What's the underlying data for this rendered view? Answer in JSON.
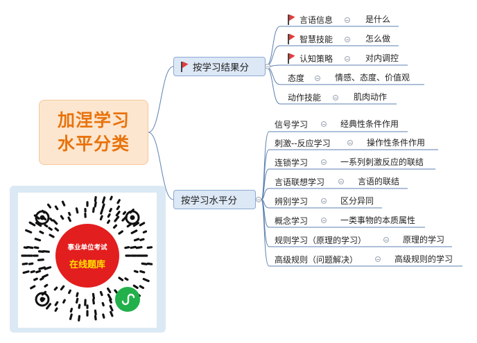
{
  "root": {
    "line1": "加涅学习",
    "line2": "水平分类"
  },
  "branches": [
    {
      "label": "按学习结果分",
      "flagged": true,
      "children": [
        {
          "label": "言语信息",
          "flagged": true,
          "detail": "是什么"
        },
        {
          "label": "智慧技能",
          "flagged": true,
          "detail": "怎么做"
        },
        {
          "label": "认知策略",
          "flagged": true,
          "detail": "对内调控"
        },
        {
          "label": "态度",
          "flagged": false,
          "detail": "情感、态度、价值观"
        },
        {
          "label": "动作技能",
          "flagged": false,
          "detail": "肌肉动作"
        }
      ]
    },
    {
      "label": "按学习水平分",
      "flagged": false,
      "children": [
        {
          "label": "信号学习",
          "detail": "经典性条件作用"
        },
        {
          "label": "刺激--反应学习",
          "detail": "操作性条件作用"
        },
        {
          "label": "连锁学习",
          "detail": "一系列刺激反应的联结"
        },
        {
          "label": "言语联想学习",
          "detail": "言语的联结"
        },
        {
          "label": "辨别学习",
          "detail": "区分异同"
        },
        {
          "label": "概念学习",
          "detail": "一类事物的本质属性"
        },
        {
          "label": "规则学习（原理的学习）",
          "detail": "原理的学习"
        },
        {
          "label": "高级规则（问题解决）",
          "detail": "高级规则的学习"
        }
      ]
    }
  ],
  "qr_badge": {
    "line1": "事业单位考试",
    "line2": "在线题库"
  },
  "colors": {
    "root_text": "#e8730c",
    "root_fill": "#fde6cf",
    "branch_fill": "#dde8f6",
    "line": "#5b7fb0",
    "flag": "#e23d3d",
    "qr_red": "#e31e1e"
  },
  "icons": [
    "flag-icon",
    "collapse-icon",
    "qr-code",
    "mini-program-icon"
  ]
}
